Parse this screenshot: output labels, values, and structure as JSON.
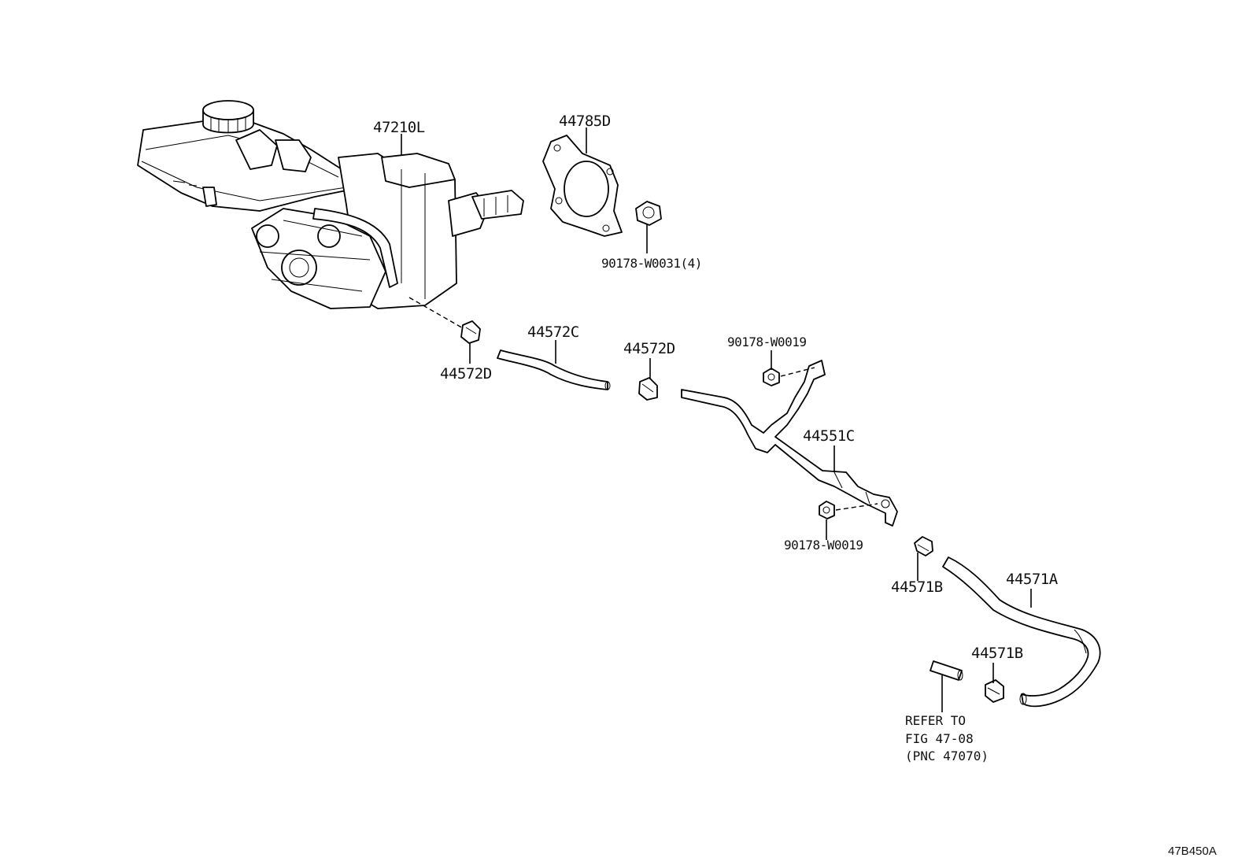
{
  "parts": {
    "p47210L": "47210L",
    "p44785D": "44785D",
    "p90178_W0031": "90178-W0031(4)",
    "p44572D_left": "44572D",
    "p44572C": "44572C",
    "p44572D_mid": "44572D",
    "p90178_W0019_top": "90178-W0019",
    "p44551C": "44551C",
    "p90178_W0019_bottom": "90178-W0019",
    "p44571B_top": "44571B",
    "p44571A": "44571A",
    "p44571B_bottom": "44571B"
  },
  "reference": {
    "line1": "REFER TO",
    "line2": "FIG 47-08",
    "line3": "(PNC 47070)"
  },
  "figure_id": "47B450A"
}
